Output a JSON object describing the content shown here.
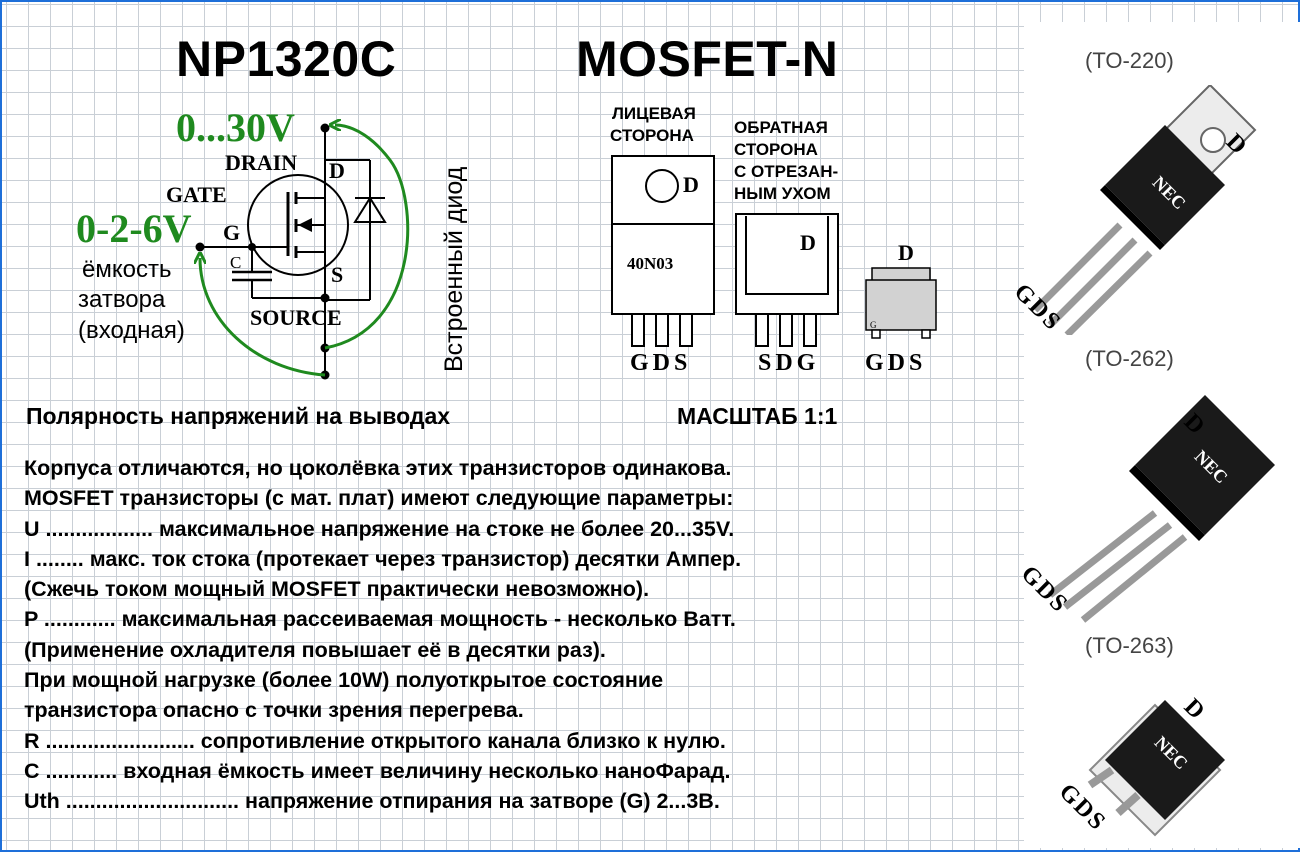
{
  "titles": {
    "part": "NP1320C",
    "type": "MOSFET-N"
  },
  "schematic": {
    "drain_voltage": "0...30V",
    "gate_voltage": "0-2-6V",
    "drain_label": "DRAIN",
    "gate_label": "GATE",
    "source_label": "SOURCE",
    "pin_d": "D",
    "pin_g": "G",
    "pin_s": "S",
    "cap_label": "C",
    "capacitance_lines": [
      "ёмкость",
      "затвора",
      "(входная)"
    ],
    "diode_label": "Встроенный диод"
  },
  "packages": {
    "front_label": [
      "ЛИЦЕВАЯ",
      "СТОРОНА"
    ],
    "back_label": [
      "ОБРАТНАЯ",
      "СТОРОНА",
      "С ОТРЕЗАН-",
      "НЫМ УХОМ"
    ],
    "front_marking": "40N03",
    "front_d": "D",
    "back_d": "D",
    "smd_d": "D",
    "smd_g": "G",
    "front_pins": "GDS",
    "back_pins": "SDG",
    "smd_pins": "GDS"
  },
  "captions": {
    "polarity": "Полярность напряжений на выводах",
    "scale": "МАСШТАБ 1:1"
  },
  "params": [
    "Корпуса отличаются, но цоколёвка этих транзисторов одинакова.",
    "MOSFET транзисторы (с мат. плат) имеют следующие параметры:",
    "U .................. максимальное напряжение на стоке не более 20...35V.",
    "I ........ макс. ток стока (протекает через транзистор) десятки Ампер.",
    "(Сжечь током мощный MOSFET практически невозможно).",
    "P ............ максимальная рассеиваемая мощность - несколько Ватт.",
    "(Применение охладителя повышает её в десятки раз).",
    "При мощной нагрузке (более 10W) полуоткрытое состояние",
    "транзистора опасно с точки зрения перегрева.",
    "R ......................... сопротивление открытого канала близко к нулю.",
    "C ............ входная ёмкость имеет величину несколько наноФарад.",
    "Uth ............................. напряжение отпирания на затворе (G) 2...3В."
  ],
  "photos": [
    {
      "package": "(TO-220)",
      "brand": "NEC",
      "d": "D",
      "pins": "GDS"
    },
    {
      "package": "(TO-262)",
      "brand": "NEC",
      "d": "D",
      "pins": "GDS"
    },
    {
      "package": "(TO-263)",
      "brand": "NEC",
      "d": "D",
      "pins": "GDS"
    }
  ],
  "colors": {
    "voltage_green": "#1f8a1f",
    "frame_blue": "#1e6fd9",
    "grid": "#c9cfd6"
  }
}
